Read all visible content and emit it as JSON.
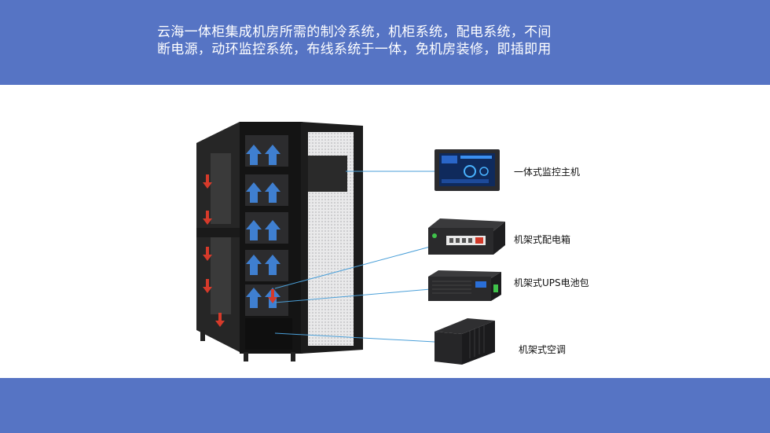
{
  "header": {
    "line1": "云海一体柜集成机房所需的制冷系统，机柜系统，配电系统，不间",
    "line2": "断电源，动环监控系统，布线系统于一体，免机房装修，即插即用"
  },
  "components": [
    {
      "label": "一体式监控主机",
      "icon": "monitor-screen-icon"
    },
    {
      "label": "机架式配电箱",
      "icon": "pdu-box-icon"
    },
    {
      "label": "机架式UPS电池包",
      "icon": "ups-unit-icon"
    },
    {
      "label": "机架式空调",
      "icon": "ac-unit-icon"
    }
  ],
  "colors": {
    "band": "#5674c4",
    "leader_line": "#4a9fd8",
    "airflow_cold": "#3f7fd0",
    "airflow_hot": "#d63a2a"
  }
}
